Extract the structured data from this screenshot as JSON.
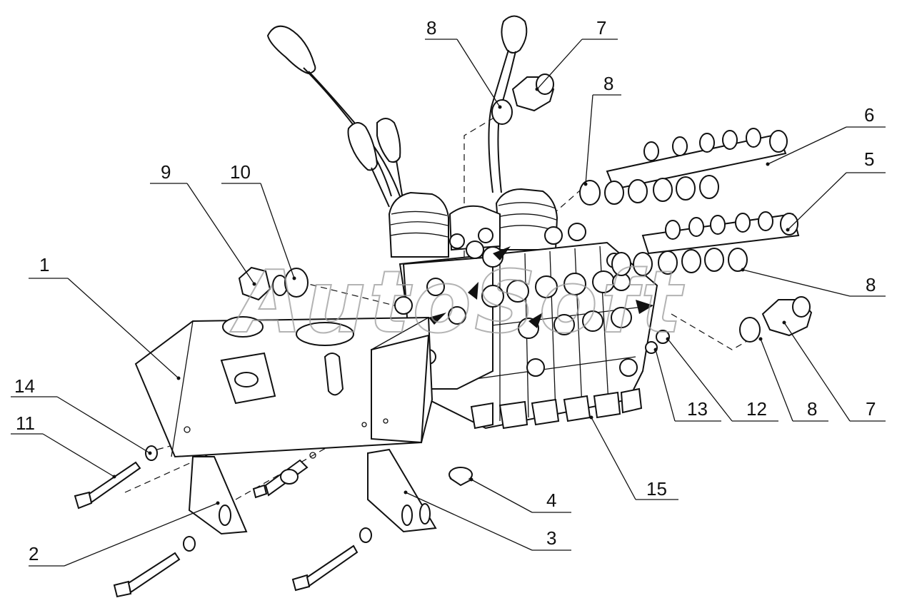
{
  "watermark": "AutoSoft",
  "callouts": [
    {
      "id": "c1",
      "label": "1"
    },
    {
      "id": "c2",
      "label": "2"
    },
    {
      "id": "c3",
      "label": "3"
    },
    {
      "id": "c4",
      "label": "4"
    },
    {
      "id": "c5",
      "label": "5"
    },
    {
      "id": "c6",
      "label": "6"
    },
    {
      "id": "c7a",
      "label": "7"
    },
    {
      "id": "c7b",
      "label": "7"
    },
    {
      "id": "c8a",
      "label": "8"
    },
    {
      "id": "c8b",
      "label": "8"
    },
    {
      "id": "c8c",
      "label": "8"
    },
    {
      "id": "c8d",
      "label": "8"
    },
    {
      "id": "c9",
      "label": "9"
    },
    {
      "id": "c10",
      "label": "10"
    },
    {
      "id": "c11",
      "label": "11"
    },
    {
      "id": "c12",
      "label": "12"
    },
    {
      "id": "c13",
      "label": "13"
    },
    {
      "id": "c14",
      "label": "14"
    },
    {
      "id": "c15",
      "label": "15"
    }
  ]
}
